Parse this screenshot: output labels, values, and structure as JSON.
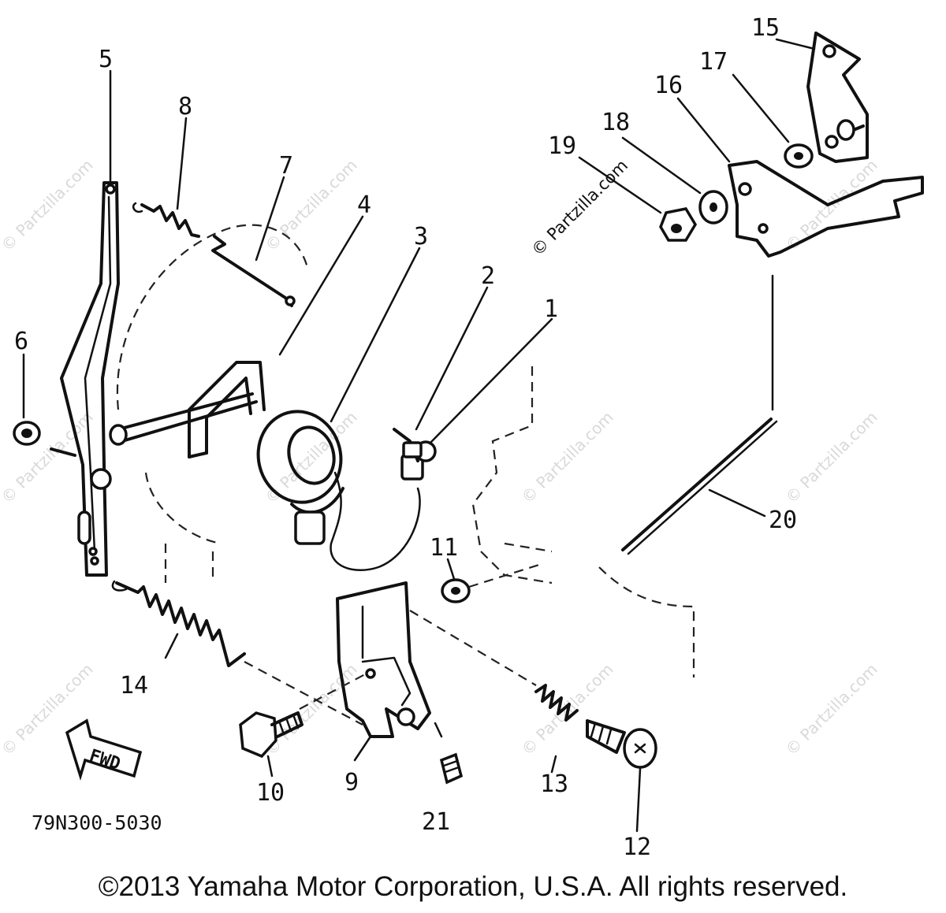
{
  "parts": {
    "p1": "1",
    "p2": "2",
    "p3": "3",
    "p4": "4",
    "p5": "5",
    "p6": "6",
    "p7": "7",
    "p8": "8",
    "p9": "9",
    "p10": "10",
    "p11": "11",
    "p12": "12",
    "p13": "13",
    "p14": "14",
    "p15": "15",
    "p16": "16",
    "p17": "17",
    "p18": "18",
    "p19": "19",
    "p20": "20",
    "p21": "21"
  },
  "fwd_label": "FWD",
  "diagram_code": "79N300-5030",
  "watermark": "© Partzilla.com",
  "copyright": "©2013 Yamaha Motor Corporation, U.S.A. All rights reserved."
}
